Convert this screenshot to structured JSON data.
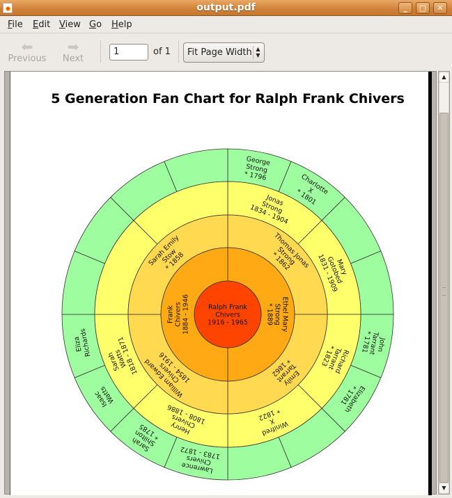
{
  "window": {
    "title": "output.pdf"
  },
  "menu": [
    "File",
    "Edit",
    "View",
    "Go",
    "Help"
  ],
  "toolbar": {
    "previous": "Previous",
    "next": "Next",
    "page_value": "1",
    "page_of": "of 1",
    "zoom": "Fit Page Width"
  },
  "colors": {
    "gen1": "#ff4400",
    "gen2": "#ffaa14",
    "gen3": "#ffd94f",
    "gen4": "#ffff6b",
    "gen5": "#9efd9f"
  },
  "chart_data": {
    "type": "fan",
    "title": "5 Generation Fan Chart for Ralph Frank Chivers",
    "generations": [
      {
        "sectors": [
          [
            "Ralph Frank",
            "Chivers",
            "1916 - 1965"
          ]
        ]
      },
      {
        "sectors": [
          [
            "Ethel Mary",
            "Strong",
            "* 1889"
          ],
          [
            "Frank",
            "Chivers",
            "1884 - 1946"
          ]
        ]
      },
      {
        "sectors": [
          [
            "Thomas Jonas",
            "Strong",
            "* 1862"
          ],
          [
            "Emily",
            "Tarrant",
            "* 1862"
          ],
          [
            "William Edward",
            "Chivers",
            "1854 - 1916"
          ],
          [
            "Sarah Emily",
            "Stow",
            "* 1858"
          ]
        ]
      },
      {
        "sectors": [
          [
            "Jonas",
            "Strong",
            "1834 - 1904"
          ],
          [
            "Mary",
            "Gotobed",
            "1831 - 1909"
          ],
          [
            "Richard",
            "Tarrant",
            "* 1823"
          ],
          [
            "Winifred",
            "X",
            "* 1822"
          ],
          [
            "Henry",
            "Chivers",
            "1808 - 1886"
          ],
          [
            "Sarah",
            "Watts",
            "1818 - 1871"
          ],
          [],
          []
        ]
      },
      {
        "sectors": [
          [
            "George",
            "Strong",
            "* 1796"
          ],
          [
            "Charlotte",
            "X",
            "* 1801"
          ],
          [],
          [],
          [
            "John",
            "Tarrant",
            "* 1781"
          ],
          [
            "Elizabeth",
            "* 1781"
          ],
          [],
          [],
          [
            "Lawrence",
            "Chivers",
            "1783 - 1872"
          ],
          [
            "Sarah",
            "Shilton",
            "* 1785"
          ],
          [
            "Isaac",
            "Watts"
          ],
          [
            "Eliza",
            "Richards"
          ],
          [],
          [],
          [],
          []
        ]
      }
    ]
  }
}
